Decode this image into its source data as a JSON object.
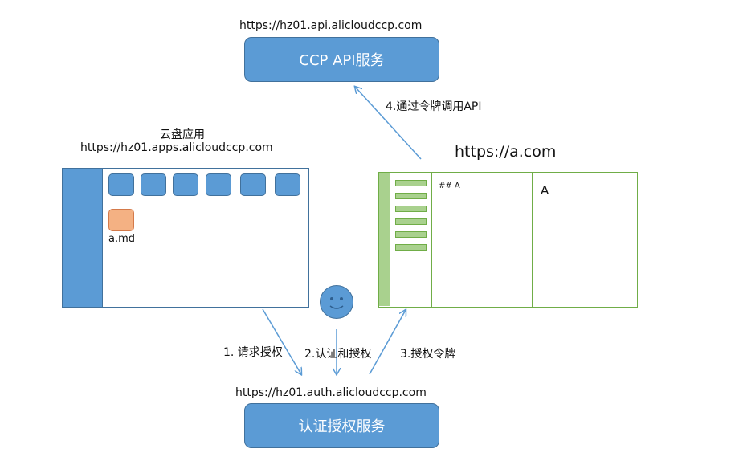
{
  "api_service": {
    "url": "https://hz01.api.alicloudccp.com",
    "label": "CCP API服务"
  },
  "auth_service": {
    "url": "https://hz01.auth.alicloudccp.com",
    "label": "认证授权服务"
  },
  "disk_app": {
    "title": "云盘应用",
    "url": "https://hz01.apps.alicloudccp.com",
    "file_name": "a.md"
  },
  "third_party": {
    "url": "https://a.com",
    "editor_text": "## A",
    "preview_text": "A"
  },
  "steps": {
    "step1": "1. 请求授权",
    "step2": "2.认证和授权",
    "step3": "3.授权令牌",
    "step4": "4.通过令牌调用API"
  },
  "colors": {
    "service_blue": "#5b9bd5",
    "app_green": "#70ad47",
    "file_orange": "#f4b183"
  }
}
